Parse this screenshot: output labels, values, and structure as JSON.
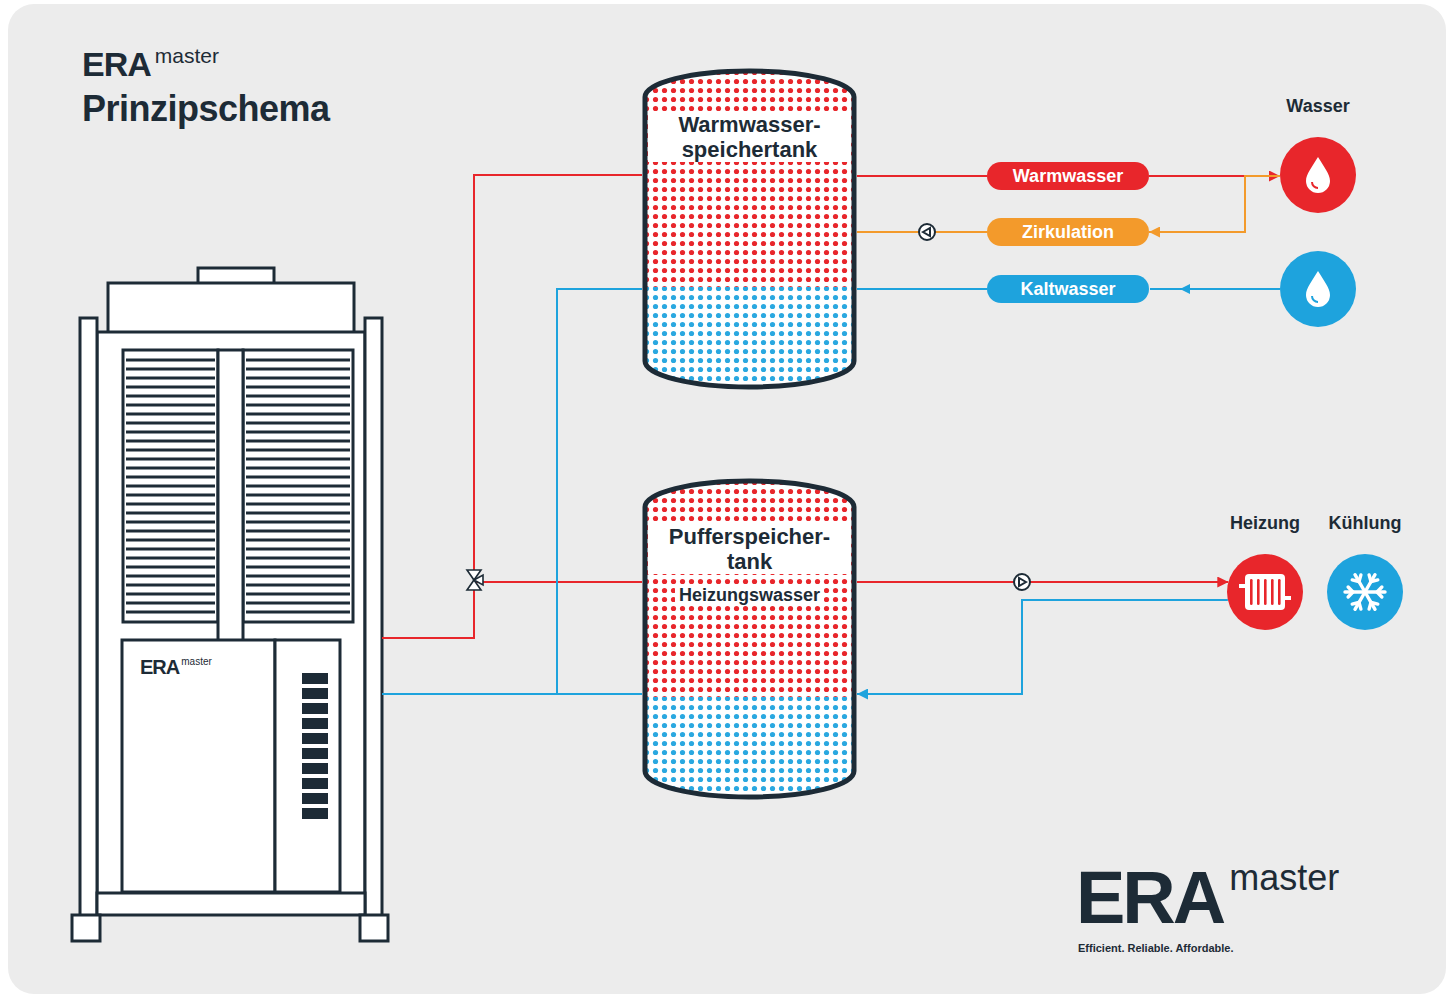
{
  "diagram": {
    "title": "Prinzipschema",
    "nodes": [
      {
        "text": [
          "Warmwasser- speichertank"
        ]
      },
      {
        "text": [
          "Warmwasser"
        ]
      },
      {
        "text": [
          "Zirkulation"
        ]
      },
      {
        "text": [
          "Kaltwasser"
        ]
      },
      {
        "text": [
          "Wasser"
        ]
      },
      {
        "text": [
          "Pufferspeicher- tank",
          "Heizungswasser"
        ]
      },
      {
        "text": [
          "Heizung"
        ]
      },
      {
        "text": [
          "Kühlung"
        ]
      },
      {
        "text": [
          "ERA",
          "master"
        ]
      }
    ],
    "edges": [
      {
        "from": 8,
        "to": 0,
        "arrow": "none"
      },
      {
        "from": 8,
        "to": 5,
        "arrow": "none"
      },
      {
        "from": 0,
        "to": 8,
        "arrow": "none"
      },
      {
        "from": 5,
        "to": 8,
        "arrow": "none"
      },
      {
        "from": 0,
        "to": 1,
        "arrow": "none"
      },
      {
        "from": 1,
        "to": 4,
        "arrow": "to"
      },
      {
        "from": 4,
        "to": 2,
        "arrow": "to"
      },
      {
        "from": 2,
        "to": 0,
        "arrow": "none"
      },
      {
        "from": 3,
        "to": 0,
        "arrow": "none"
      },
      {
        "from": 5,
        "to": 6,
        "arrow": "to"
      },
      {
        "from": 6,
        "to": 5,
        "arrow": "to"
      }
    ],
    "labels": [
      "ERA",
      "master",
      "ERA",
      "master",
      "Efficient. Reliable. Affordable."
    ]
  }
}
